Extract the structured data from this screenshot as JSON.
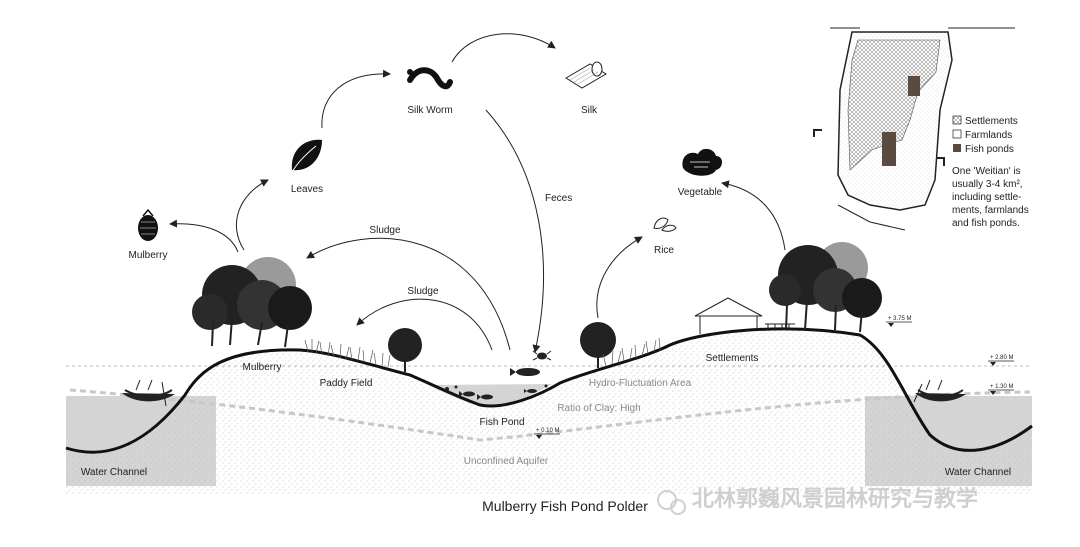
{
  "labels": {
    "silk_worm": "Silk Worm",
    "silk": "Silk",
    "leaves": "Leaves",
    "mulberry_fruit": "Mulberry",
    "feces": "Feces",
    "sludge_upper": "Sludge",
    "sludge_lower": "Sludge",
    "rice": "Rice",
    "vegetable": "Vegetable",
    "mulberry_bank": "Mulberry",
    "paddy_field": "Paddy Field",
    "fish_pond": "Fish Pond",
    "settlements": "Settlements",
    "hydro_fluctuation": "Hydro-Fluctuation Area",
    "ratio_of_clay": "Ratio of Clay: High",
    "unconfined_aquifer": "Unconfined Aquifer",
    "water_channel_left": "Water Channel",
    "water_channel_right": "Water Channel"
  },
  "elevations": {
    "e375": "+ 3.75 M",
    "e280": "+ 2.80 M",
    "e130": "+ 1.30 M",
    "e010": "+ 0.10 M"
  },
  "legend": {
    "settlements": "Settlements",
    "farmlands": "Farmlands",
    "fish_ponds": "Fish ponds",
    "note_lines": [
      "One 'Weitian' is",
      "usually 3-4 km²,",
      "including settle-",
      "ments, farmlands",
      "and fish ponds."
    ]
  },
  "title": "Mulberry Fish Pond Polder",
  "watermark": "北林郭巍风景园林研究与教学",
  "colors": {
    "ink": "#222222",
    "water": "#d4d4d4",
    "soil_dots": "#b9b9b9",
    "tree_light": "#9a9a9a",
    "watermark": "#cfcfcf"
  }
}
